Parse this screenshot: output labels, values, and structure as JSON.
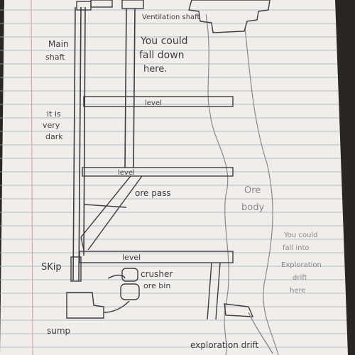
{
  "colors": {
    "paper": "#f1eee9",
    "rule": "#9fb0c8",
    "margin": "#d8a6a6",
    "ink": "#3b3b44",
    "faint_ink": "#8a8690",
    "binding": "#2a2622"
  },
  "labels": {
    "ventilation_shaft": "Ventilation shaft",
    "fall_warning_1": "You could",
    "fall_warning_2": "fall down",
    "fall_warning_3": "here.",
    "main_shaft_1": "Main",
    "main_shaft_2": "shaft",
    "dark_1": "it is",
    "dark_2": "very",
    "dark_3": "dark",
    "level_top": "level",
    "level_mid": "level",
    "level_bottom": "level",
    "ore_pass": "ore pass",
    "ore_body_1": "Ore",
    "ore_body_2": "body",
    "fall_into_1": "You could",
    "fall_into_2": "fall into",
    "fall_into_3": "Exploration",
    "fall_into_4": "drift",
    "fall_into_5": "here",
    "skip": "SKip",
    "crusher": "crusher",
    "ore_bin": "ore bin",
    "sump": "sump",
    "exploration_drift": "exploration drift"
  }
}
